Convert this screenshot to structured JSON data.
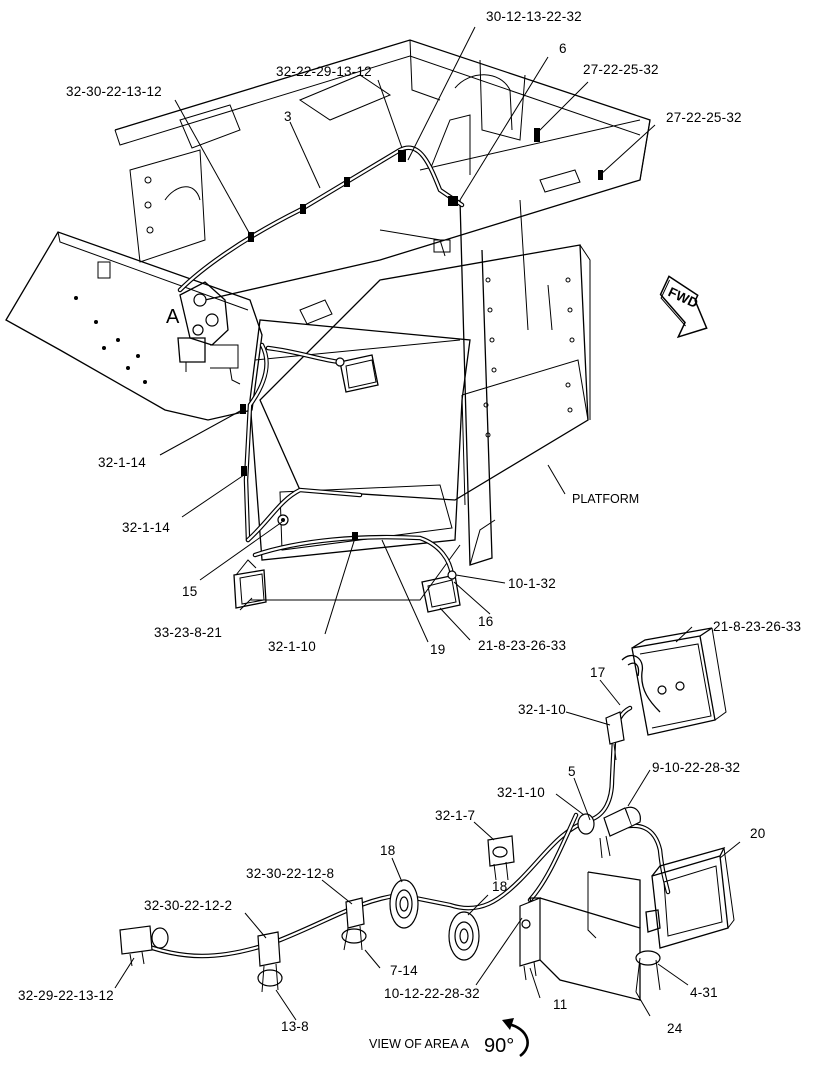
{
  "labels": {
    "l_30_12_13_22_32": "30-12-13-22-32",
    "l_6": "6",
    "l_32_22_29_13_12": "32-22-29-13-12",
    "l_27_22_25_32_a": "27-22-25-32",
    "l_32_30_22_13_12": "32-30-22-13-12",
    "l_3": "3",
    "l_27_22_25_32_b": "27-22-25-32",
    "l_A": "A",
    "l_fwd": "FWD",
    "l_32_1_14_a": "32-1-14",
    "l_32_1_14_b": "32-1-14",
    "l_platform": "PLATFORM",
    "l_15": "15",
    "l_10_1_32": "10-1-32",
    "l_16": "16",
    "l_33_23_8_21": "33-23-8-21",
    "l_32_1_10_a": "32-1-10",
    "l_19": "19",
    "l_21_8_23_26_33_a": "21-8-23-26-33",
    "l_21_8_23_26_33_b": "21-8-23-26-33",
    "l_17": "17",
    "l_32_1_10_b": "32-1-10",
    "l_5": "5",
    "l_9_10_22_28_32": "9-10-22-28-32",
    "l_32_1_10_c": "32-1-10",
    "l_32_1_7": "32-1-7",
    "l_20": "20",
    "l_18_a": "18",
    "l_18_b": "18",
    "l_32_30_22_12_8": "32-30-22-12-8",
    "l_32_30_22_12_2": "32-30-22-12-2",
    "l_7_14": "7-14",
    "l_10_12_22_28_32": "10-12-22-28-32",
    "l_11": "11",
    "l_4_31": "4-31",
    "l_32_29_22_13_12": "32-29-22-13-12",
    "l_13_8": "13-8",
    "l_24": "24",
    "view_caption": "VIEW OF AREA A",
    "rotation": "90°"
  }
}
